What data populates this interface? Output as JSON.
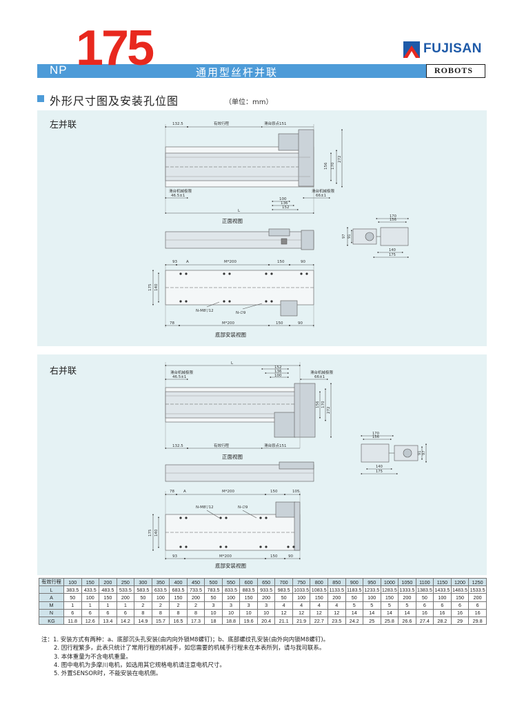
{
  "header": {
    "prefix": "NP",
    "model": "175",
    "title": "通用型丝杆并联",
    "brand": "FUJISAN",
    "subbrand": "ROBOTS"
  },
  "section": {
    "title": "外形尺寸图及安装孔位图",
    "unit": "（单位：mm）"
  },
  "left": {
    "label": "左并联",
    "front_view": "正面视图",
    "bottom_view": "底部安装视图",
    "dims": {
      "d132": "132.5",
      "stroke": "有效行程",
      "origin": "滑台原点151",
      "d156": "156",
      "d170": "170",
      "d272": "272",
      "slide_a": "滑台机械极限",
      "d465": "46.5±1",
      "slide_b": "滑台机械极限",
      "d66": "66±1",
      "d100": "100",
      "d136": "136",
      "d152": "152",
      "L": "L",
      "e170": "170",
      "e156": "156",
      "e97": "97",
      "e91": "91",
      "e140": "140",
      "e175": "175",
      "b93": "93",
      "bA": "A",
      "bM": "M*200",
      "b150": "150",
      "b90": "90",
      "b175": "175",
      "b140": "140",
      "bN": "N-M8▽12",
      "bN9": "N-∅9",
      "b78": "78",
      "bM2": "M*200",
      "b150b": "150",
      "b90b": "90"
    }
  },
  "right": {
    "label": "右并联",
    "front_view": "正面视图",
    "bottom_view": "底部安装视图",
    "dims": {
      "L": "L",
      "slide_a": "滑台机械极限",
      "d465": "46.5±1",
      "slide_b": "滑台机械极限",
      "d66": "66±1",
      "d152": "152",
      "d136": "136",
      "d100": "100",
      "d156": "156",
      "d170": "170",
      "d272": "272",
      "d132": "132.5",
      "stroke": "有效行程",
      "origin": "滑台原点151",
      "e170": "170",
      "e156": "156",
      "e91": "91",
      "e97": "97",
      "e140": "140",
      "e175": "175",
      "b78": "78",
      "bA": "A",
      "bM": "M*200",
      "b150": "150",
      "b105": "105",
      "bN": "N-M8▽12",
      "bN9": "N-∅9",
      "b175": "175",
      "b140": "140",
      "b93": "93",
      "bM2": "M*200",
      "b150b": "150",
      "b90": "90"
    }
  },
  "table": {
    "header": [
      "有效行程",
      "100",
      "150",
      "200",
      "250",
      "300",
      "350",
      "400",
      "450",
      "500",
      "550",
      "600",
      "650",
      "700",
      "750",
      "800",
      "850",
      "900",
      "950",
      "1000",
      "1050",
      "1100",
      "1150",
      "1200",
      "1250"
    ],
    "rows": [
      [
        "L",
        "383.5",
        "433.5",
        "483.5",
        "533.5",
        "583.5",
        "633.5",
        "683.5",
        "733.5",
        "783.5",
        "833.5",
        "883.5",
        "933.5",
        "983.5",
        "1033.5",
        "1083.5",
        "1133.5",
        "1183.5",
        "1233.5",
        "1283.5",
        "1333.5",
        "1383.5",
        "1433.5",
        "1483.5",
        "1533.5"
      ],
      [
        "A",
        "50",
        "100",
        "150",
        "200",
        "50",
        "100",
        "150",
        "200",
        "50",
        "100",
        "150",
        "200",
        "50",
        "100",
        "150",
        "200",
        "50",
        "100",
        "150",
        "200",
        "50",
        "100",
        "150",
        "200"
      ],
      [
        "M",
        "1",
        "1",
        "1",
        "1",
        "2",
        "2",
        "2",
        "2",
        "3",
        "3",
        "3",
        "3",
        "4",
        "4",
        "4",
        "4",
        "5",
        "5",
        "5",
        "5",
        "6",
        "6",
        "6",
        "6"
      ],
      [
        "N",
        "6",
        "6",
        "6",
        "6",
        "8",
        "8",
        "8",
        "8",
        "10",
        "10",
        "10",
        "10",
        "12",
        "12",
        "12",
        "12",
        "14",
        "14",
        "14",
        "14",
        "16",
        "16",
        "16",
        "16"
      ],
      [
        "KG",
        "11.8",
        "12.6",
        "13.4",
        "14.2",
        "14.9",
        "15.7",
        "16.5",
        "17.3",
        "18",
        "18.8",
        "19.6",
        "20.4",
        "21.1",
        "21.9",
        "22.7",
        "23.5",
        "24.2",
        "25",
        "25.8",
        "26.6",
        "27.4",
        "28.2",
        "29",
        "29.8"
      ]
    ]
  },
  "notes": [
    "注：1. 安装方式有两种：a、底部沉头孔安装(由内向外锁M8螺钉)；b、底部螺纹孔安装(由外向内锁M8螺钉)。",
    "2. 因行程繁多，此表只统计了常用行程的机械手，如您需要的机械手行程未在本表所列，请与我司联系。",
    "3. 本体重量为不含电机重量。",
    "4. 图中电机为多摩川电机，如选用其它规格电机请注意电机尺寸。",
    "5. 外置SENSOR时，不能安装在电机侧。"
  ]
}
